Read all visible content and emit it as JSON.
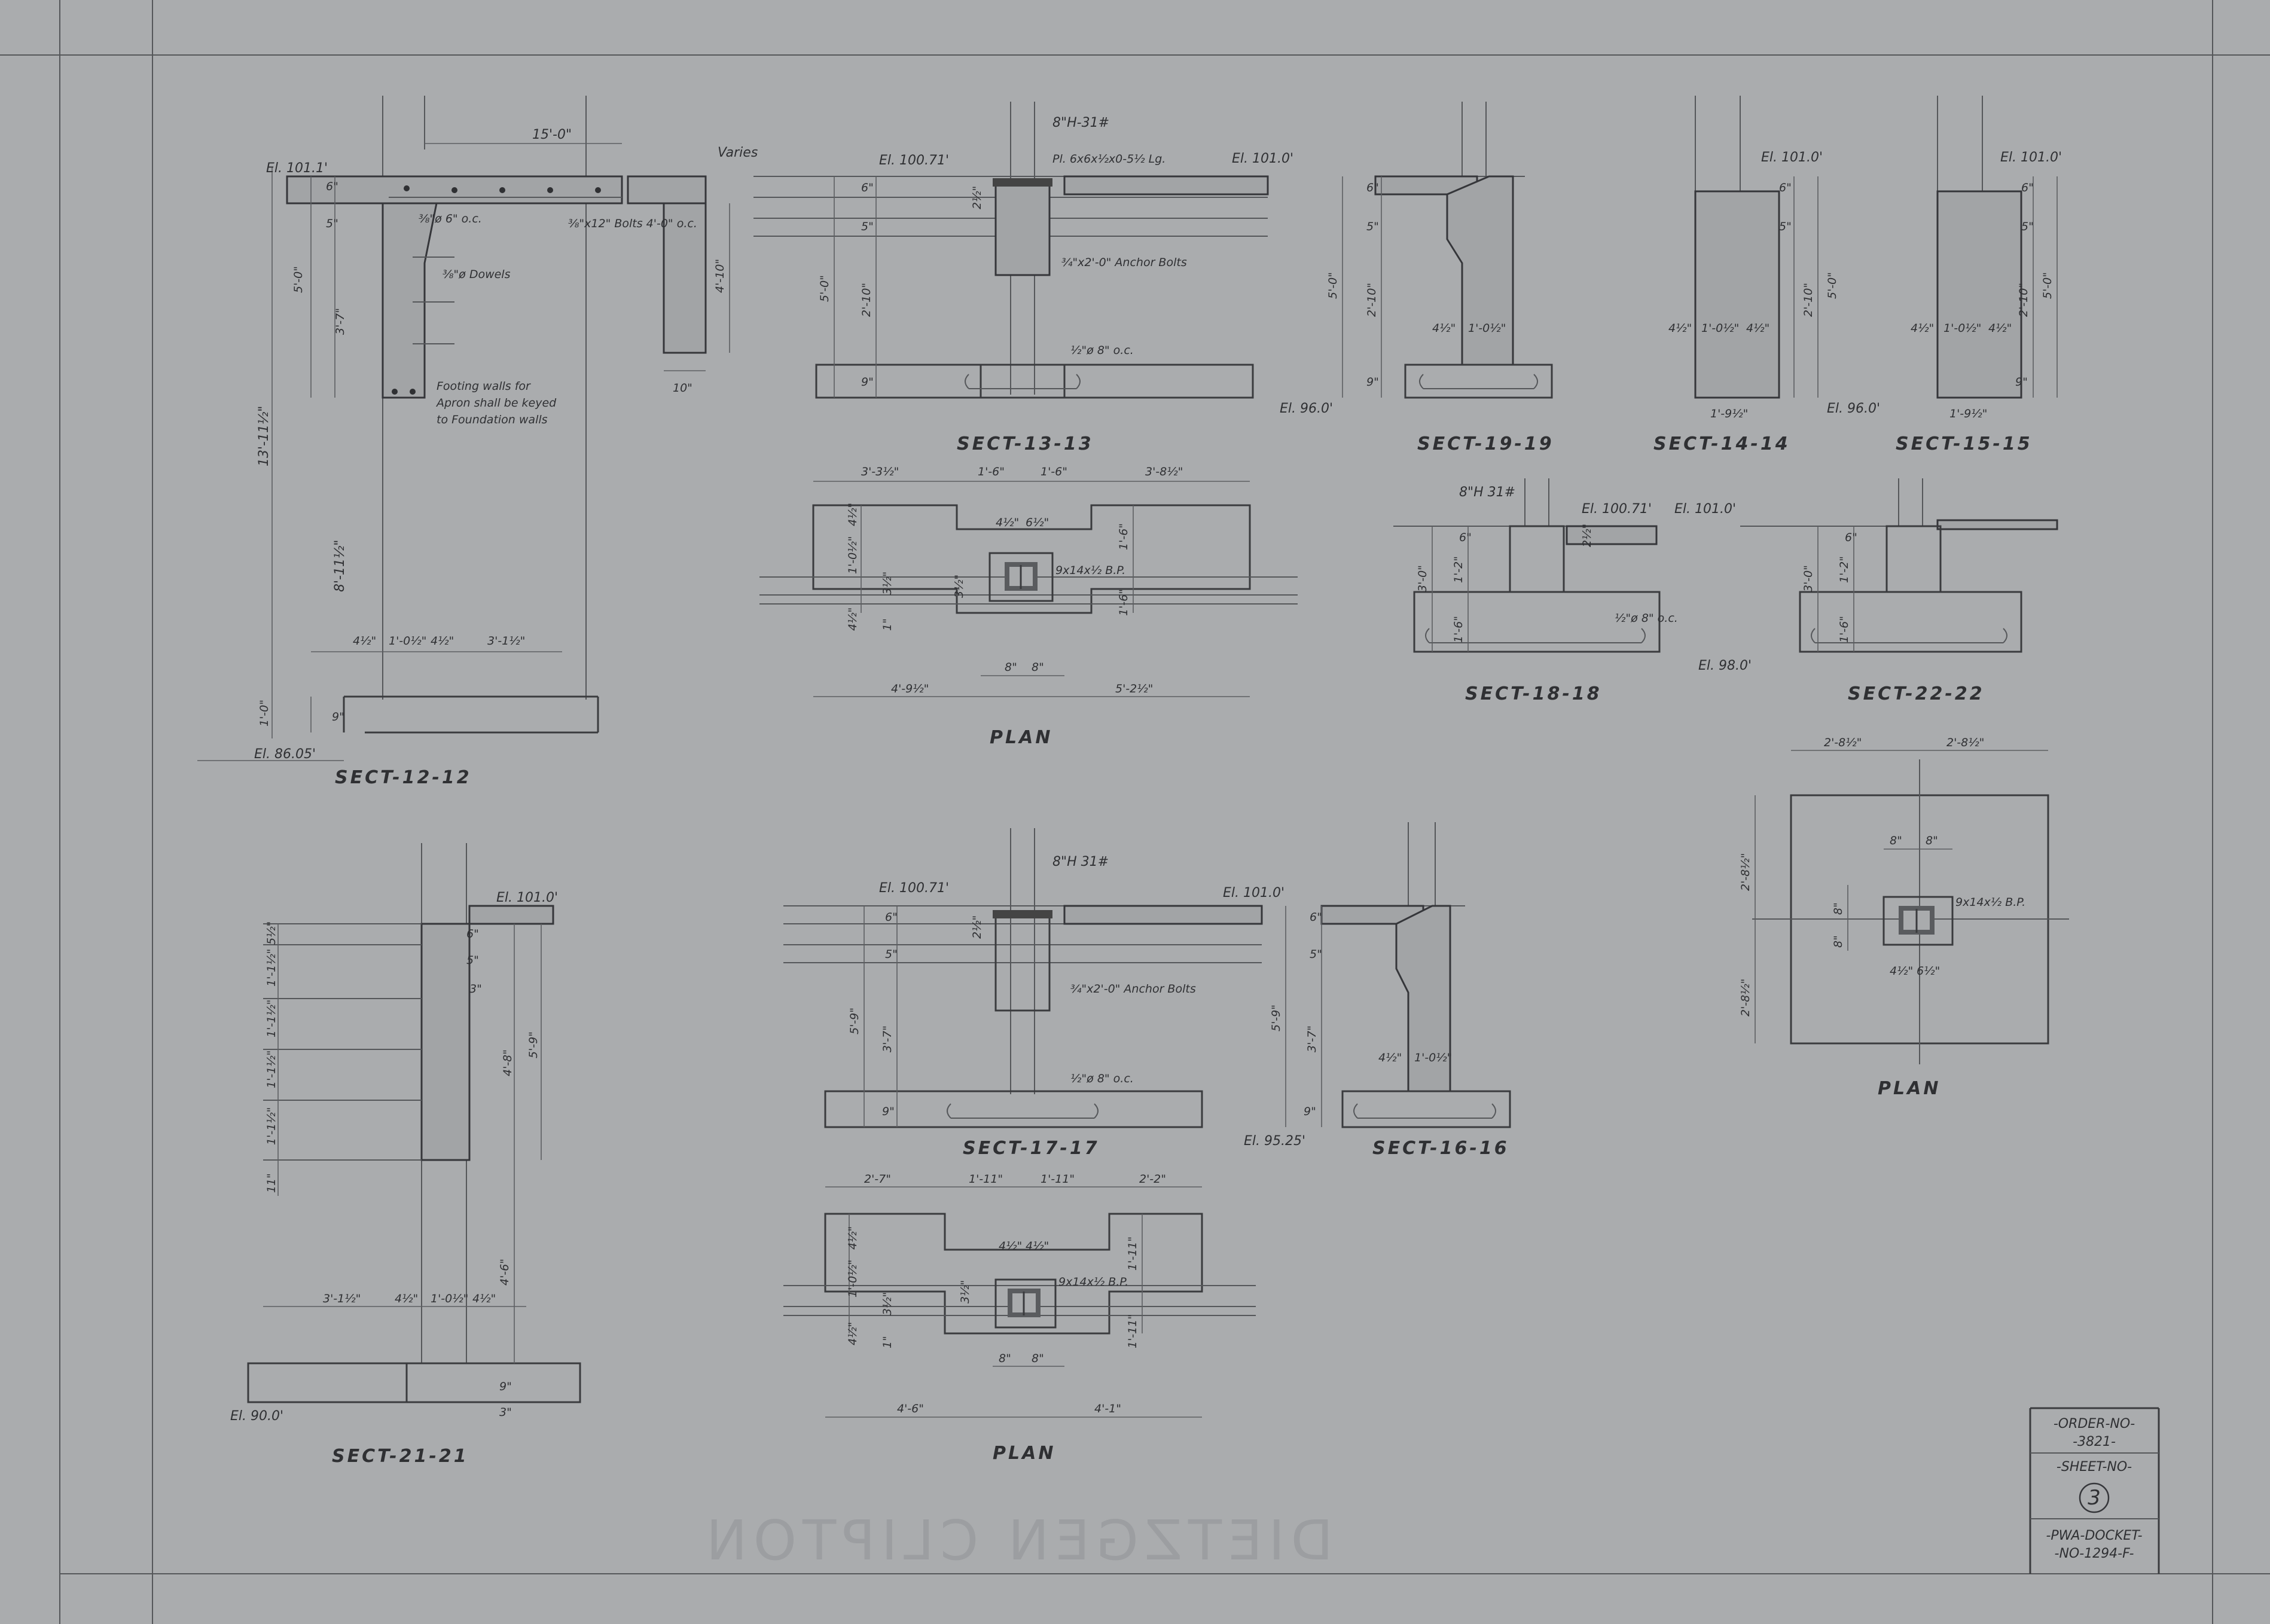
{
  "sections": {
    "s12": {
      "title": "SECT-12-12",
      "el_top": "El. 101.1'",
      "el_bot": "El. 86.05'",
      "span": "15'-0\"",
      "varies": "Varies",
      "d_6": "6\"",
      "d_5": "5\"",
      "d_5_0": "5'-0\"",
      "d_3_7": "3'-7\"",
      "d_13_11": "13'-11½\"",
      "d_8_11": "8'-11½\"",
      "d_1_0": "1'-0\"",
      "d_9": "9\"",
      "d_4_10": "4'-10\"",
      "d_10": "10\"",
      "w_a": "4½\"",
      "w_b": "1'-0½\"",
      "w_c": "4½\"",
      "w_d": "3'-1½\"",
      "rebar_top": "⅜\"ø 6\" o.c.",
      "dowels": "⅜\"ø Dowels",
      "bolts": "⅜\"x12\" Bolts 4'-0\" o.c.",
      "note_1": "Footing walls for",
      "note_2": "Apron shall be keyed",
      "note_3": "to Foundation walls"
    },
    "s13": {
      "title": "SECT-13-13",
      "beam": "8\"H-31#",
      "plate": "Pl. 6x6x½x0-5½ Lg.",
      "el_a": "El. 100.71'",
      "el_b": "El. 101.0'",
      "el_c": "El. 96.0'",
      "d_6": "6\"",
      "d_5": "5\"",
      "d_5_0": "5'-0\"",
      "d_2_10": "2'-10\"",
      "d_9": "9\"",
      "d_2": "2½\"",
      "anchor": "¾\"x2'-0\" Anchor Bolts",
      "rebar": "½\"ø 8\" o.c."
    },
    "s19": {
      "title": "SECT-19-19",
      "d_6": "6\"",
      "d_5": "5\"",
      "d_5_0": "5'-0\"",
      "d_2_10": "2'-10\"",
      "d_9": "9\"",
      "w_a": "4½\"",
      "w_b": "1'-0½\""
    },
    "s14": {
      "title": "SECT-14-14",
      "el": "El. 101.0'",
      "d_6": "6\"",
      "d_5": "5\"",
      "d_2_10": "2'-10\"",
      "d_5_0": "5'-0\"",
      "w_a": "4½\"",
      "w_b": "1'-0½\"",
      "w_c": "4½\"",
      "w_tot": "1'-9½\""
    },
    "s15": {
      "title": "SECT-15-15",
      "el_top": "El. 101.0'",
      "el_bot": "El. 96.0'",
      "d_6": "6\"",
      "d_5": "5\"",
      "d_2_10": "2'-10\"",
      "d_5_0": "5'-0\"",
      "d_9": "9\"",
      "w_a": "4½\"",
      "w_b": "1'-0½\"",
      "w_c": "4½\"",
      "w_tot": "1'-9½\""
    },
    "plan1": {
      "title": "PLAN",
      "t_a": "3'-3½\"",
      "t_b": "1'-6\"",
      "t_c": "1'-6\"",
      "t_d": "3'-8½\"",
      "s_a": "4½\"",
      "s_b": "1'-0½\"",
      "s_c": "4½\"",
      "s_d": "1\"",
      "s_e": "3½\"",
      "s_f": "3½\"",
      "r_a": "1'-6\"",
      "r_b": "1'-6\"",
      "bp": "9x14x½ B.P.",
      "c_a": "4½\"",
      "c_b": "6½\"",
      "b_a": "4'-9½\"",
      "b_b": "5'-2½\"",
      "b_c": "8\"",
      "b_d": "8\""
    },
    "s18": {
      "title": "SECT-18-18",
      "beam": "8\"H 31#",
      "el_a": "El. 100.71'",
      "el_b": "El. 101.0'",
      "el_c": "El. 98.0'",
      "d_6": "6\"",
      "d_1_2": "1'-2\"",
      "d_1_6": "1'-6\"",
      "d_3_0": "3'-0\"",
      "d_2": "2½\"",
      "rebar": "½\"ø 8\" o.c."
    },
    "s22": {
      "title": "SECT-22-22",
      "d_6": "6\"",
      "d_1_2": "1'-2\"",
      "d_1_6": "1'-6\"",
      "d_3_0": "3'-0\""
    },
    "plan2": {
      "title": "PLAN",
      "t_a": "2'-8½\"",
      "t_b": "2'-8½\"",
      "l_a": "2'-8½\"",
      "l_b": "2'-8½\"",
      "c_a": "8\"",
      "c_b": "8\"",
      "r_a": "8\"",
      "r_b": "8\"",
      "bp": "9x14x½ B.P.",
      "b_a": "4½\"",
      "b_b": "6½\""
    },
    "s21": {
      "title": "SECT-21-21",
      "el_top": "El. 101.0'",
      "el_bot": "El. 90.0'",
      "d_3": "3\"",
      "d_6": "6\"",
      "d_5": "5\"",
      "d_4_8": "4'-8\"",
      "d_5_9": "5'-9\"",
      "d_4_6": "4'-6\"",
      "d_9": "9\"",
      "d_3b": "3\"",
      "l_a": "5½\"",
      "l_b": "1'-1½\"",
      "l_c": "1'-1½\"",
      "l_d": "1'-1½\"",
      "l_e": "1'-1½\"",
      "l_f": "11\"",
      "w_a": "3'-1½\"",
      "w_b": "4½\"",
      "w_c": "1'-0½\"",
      "w_d": "4½\""
    },
    "s17": {
      "title": "SECT-17-17",
      "beam": "8\"H 31#",
      "el_a": "El. 100.71'",
      "el_b": "El. 101.0'",
      "el_c": "El. 95.25'",
      "d_6": "6\"",
      "d_5": "5\"",
      "d_5_9": "5'-9\"",
      "d_3_7": "3'-7\"",
      "d_9": "9\"",
      "d_2": "2½\"",
      "anchor": "¾\"x2'-0\" Anchor Bolts",
      "rebar": "½\"ø 8\" o.c."
    },
    "s16": {
      "title": "SECT-16-16",
      "d_6": "6\"",
      "d_5": "5\"",
      "d_5_9": "5'-9\"",
      "d_3_7": "3'-7\"",
      "d_9": "9\"",
      "w_a": "4½\"",
      "w_b": "1'-0½\""
    },
    "plan3": {
      "title": "PLAN",
      "t_a": "2'-7\"",
      "t_b": "1'-11\"",
      "t_c": "1'-11\"",
      "t_d": "2'-2\"",
      "l_a": "4½\"",
      "l_b": "1'-0½\"",
      "l_c": "4½\"",
      "l_d": "1\"",
      "l_e": "3½\"",
      "l_f": "3½\"",
      "r_a": "1'-11\"",
      "r_b": "1'-11\"",
      "bp": "9x14x½ B.P.",
      "c_a": "4½\"",
      "c_b": "4½\"",
      "b_a": "4'-6\"",
      "b_b": "4'-1\"",
      "b_c": "8\"",
      "b_d": "8\""
    }
  },
  "title_block": {
    "order_label": "-ORDER-NO-",
    "order_no": "-3821-",
    "sheet_label": "-SHEET-NO-",
    "sheet_no": "3",
    "docket_label": "-PWA-DOCKET-",
    "docket_no": "-NO-1294-F-"
  },
  "watermark": "DIETZGEN CLIPTON"
}
